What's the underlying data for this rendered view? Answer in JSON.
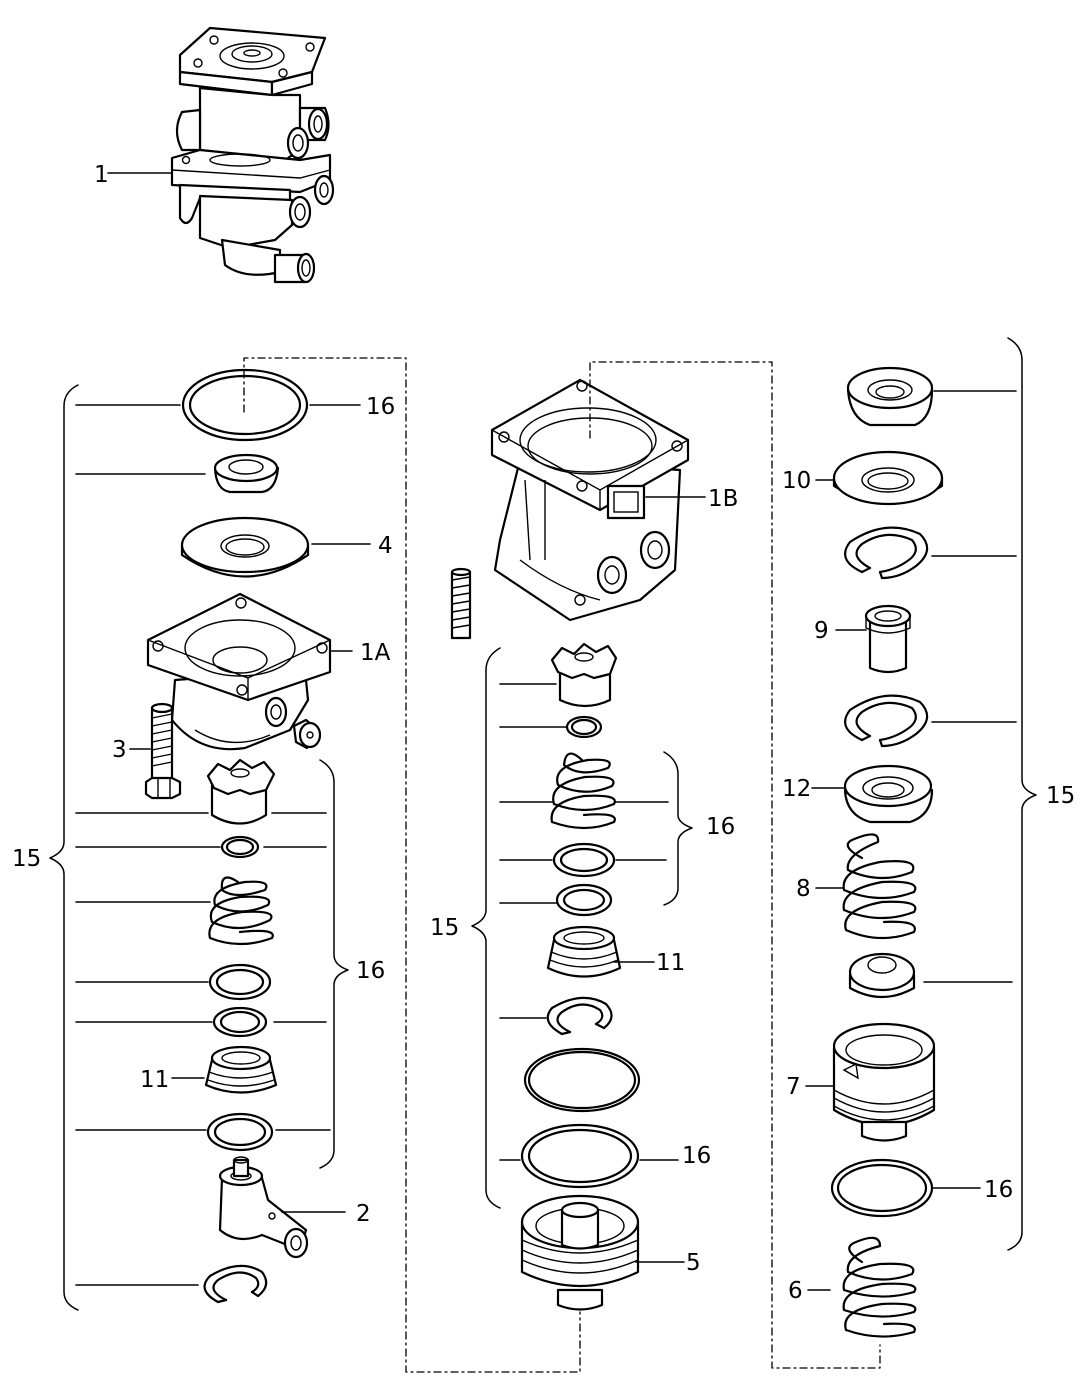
{
  "callouts": {
    "c1": "1",
    "c1a": "1A",
    "c1b": "1B",
    "c2": "2",
    "c3": "3",
    "c4": "4",
    "c5": "5",
    "c6": "6",
    "c7": "7",
    "c8": "8",
    "c9": "9",
    "c10": "10",
    "c11_left": "11",
    "c11_mid": "11",
    "c12": "12",
    "c15_left": "15",
    "c15_mid": "15",
    "c15_right": "15",
    "c16_top_ring": "16",
    "c16_left_group": "16",
    "c16_mid_group": "16",
    "c16_mid_ring": "16",
    "c16_right_ring": "16"
  }
}
